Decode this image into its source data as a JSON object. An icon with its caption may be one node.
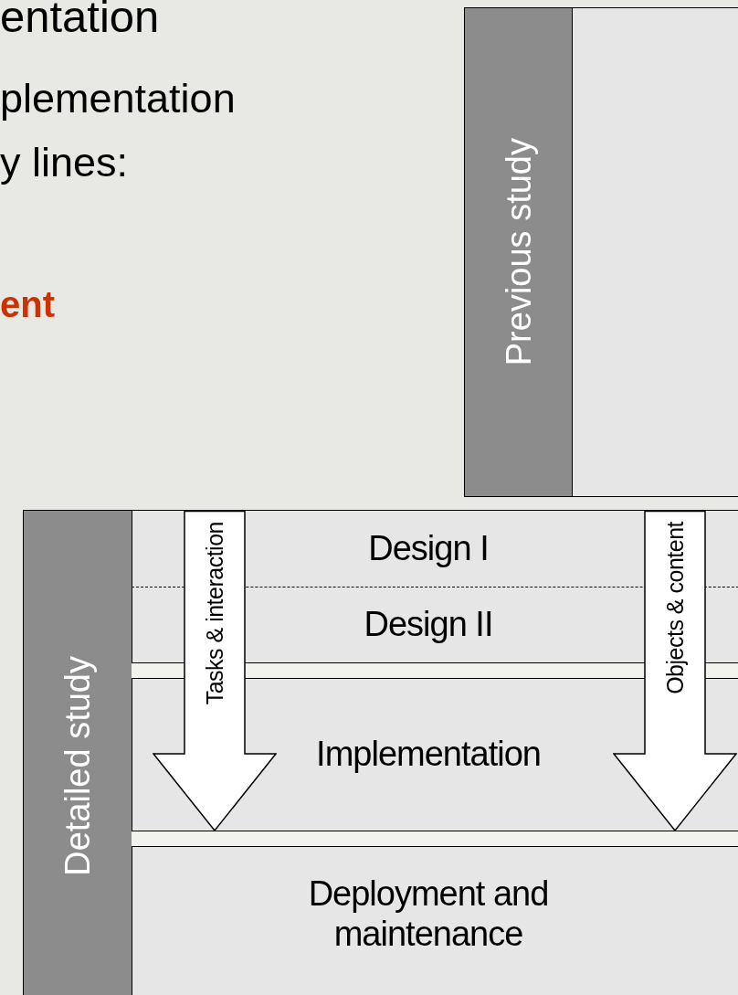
{
  "diagram": {
    "nodes": [
      {
        "text": [
          "Previous study"
        ]
      },
      {
        "text": [
          "Detailed study"
        ]
      },
      {
        "text": [
          "Design I"
        ],
        "in": 1
      },
      {
        "text": [
          "Design II"
        ],
        "in": 1
      },
      {
        "text": [
          "Implementation"
        ],
        "in": 1
      },
      {
        "text": [
          "Deployment and maintenance"
        ],
        "in": 1
      },
      {
        "text": [
          "Tasks & interaction"
        ],
        "in": 1
      },
      {
        "text": [
          "Objects & content"
        ],
        "in": 1
      }
    ],
    "labels": [
      "entation",
      "plementation",
      "y lines:",
      "ent"
    ]
  }
}
